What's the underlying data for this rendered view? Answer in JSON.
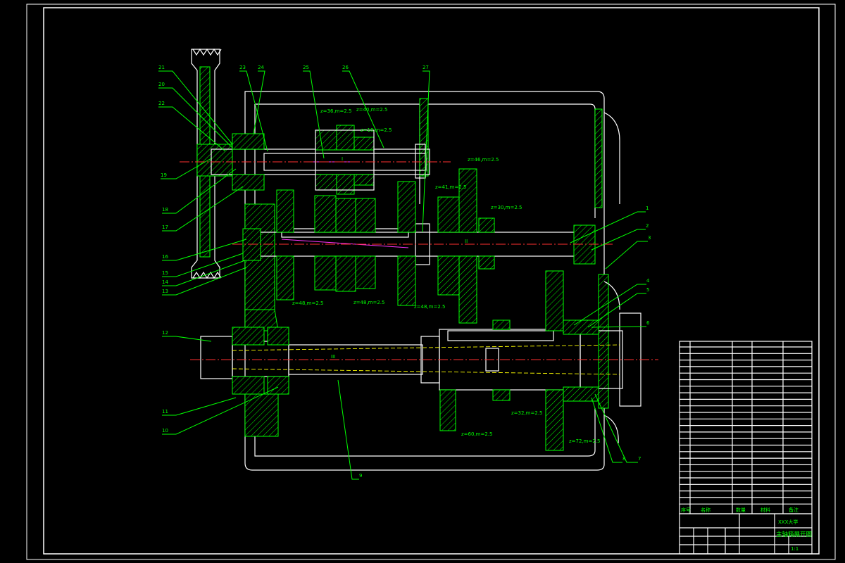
{
  "drawing": {
    "colors": {
      "background": "#000000",
      "outline": "#ffffff",
      "hatch_and_leaders": "#00ff00",
      "center_line": "#ff3030",
      "hidden_line": "#ffff00",
      "shaft_marks": "#ff33ff"
    },
    "callouts": {
      "n1": "1",
      "n2": "2",
      "n3": "3",
      "n4": "4",
      "n5": "5",
      "n6": "6",
      "n7": "7",
      "n8": "8",
      "n9": "9",
      "n10": "10",
      "n11": "11",
      "n12": "12",
      "n13": "13",
      "n14": "14",
      "n15": "15",
      "n16": "16",
      "n17": "17",
      "n18": "18",
      "n19": "19",
      "n20": "20",
      "n21": "21",
      "n22": "22",
      "n23": "23",
      "n24": "24",
      "n25": "25",
      "n26": "26",
      "n27": "27"
    },
    "gear_labels": {
      "g1": "z=36,m=2.5",
      "g2": "z=40,m=2.5",
      "g3": "z=18,m=2.5",
      "g4": "z=46,m=2.5",
      "g5": "z=41,m=2.5",
      "g6": "z=30,m=2.5",
      "g7": "z=48,m=2.5",
      "g8": "z=48,m=2.5",
      "g9": "z=48,m=2.5",
      "g10": "z=32,m=2.5",
      "g11": "z=60,m=2.5",
      "g12": "z=72,m=2.5"
    },
    "shaft_labels": {
      "s1": "I",
      "s2": "II",
      "s3": "III"
    }
  },
  "title_block": {
    "title": "主轴箱展开图",
    "school": "XXX大学",
    "scale": "1:1",
    "columns": [
      "序号",
      "名称",
      "数量",
      "材料",
      "备注"
    ]
  }
}
